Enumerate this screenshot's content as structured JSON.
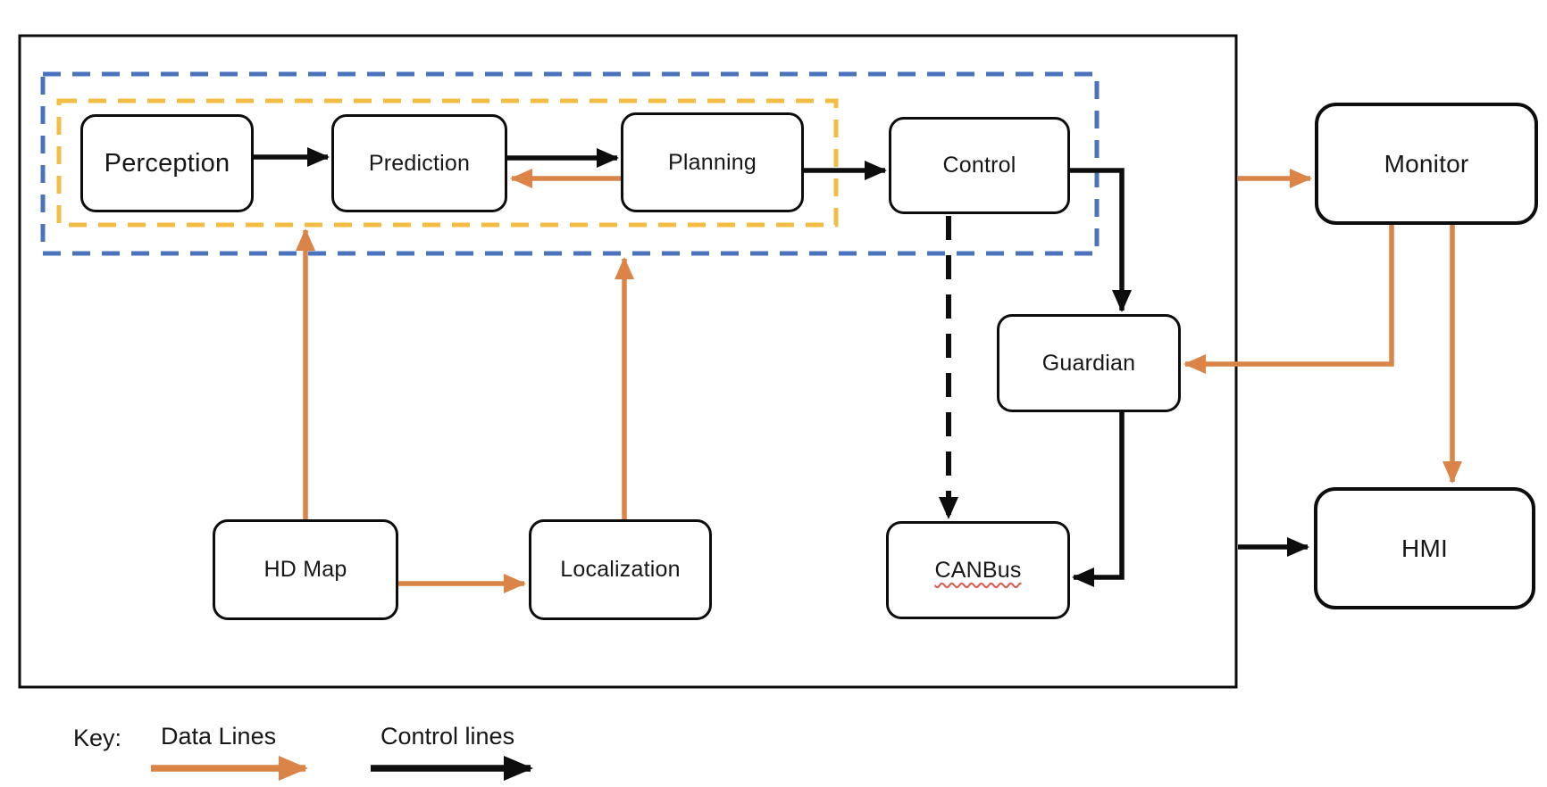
{
  "nodes": {
    "perception": {
      "label": "Perception"
    },
    "prediction": {
      "label": "Prediction"
    },
    "planning": {
      "label": "Planning"
    },
    "control": {
      "label": "Control"
    },
    "guardian": {
      "label": "Guardian"
    },
    "canbus": {
      "label": "CANBus"
    },
    "hd_map": {
      "label": "HD Map"
    },
    "localization": {
      "label": "Localization"
    },
    "monitor": {
      "label": "Monitor"
    },
    "hmi": {
      "label": "HMI"
    }
  },
  "key": {
    "label": "Key:",
    "items": [
      {
        "label": "Data Lines",
        "color": "#DB8448"
      },
      {
        "label": "Control lines",
        "color": "#0D0D0D"
      }
    ]
  },
  "colors": {
    "data_line_orange": "#DB8448",
    "control_line_black": "#0D0D0D",
    "inner_subsystem_dash_yellow": "#F3BC45",
    "outer_subsystem_dash_blue": "#4A73BC"
  }
}
